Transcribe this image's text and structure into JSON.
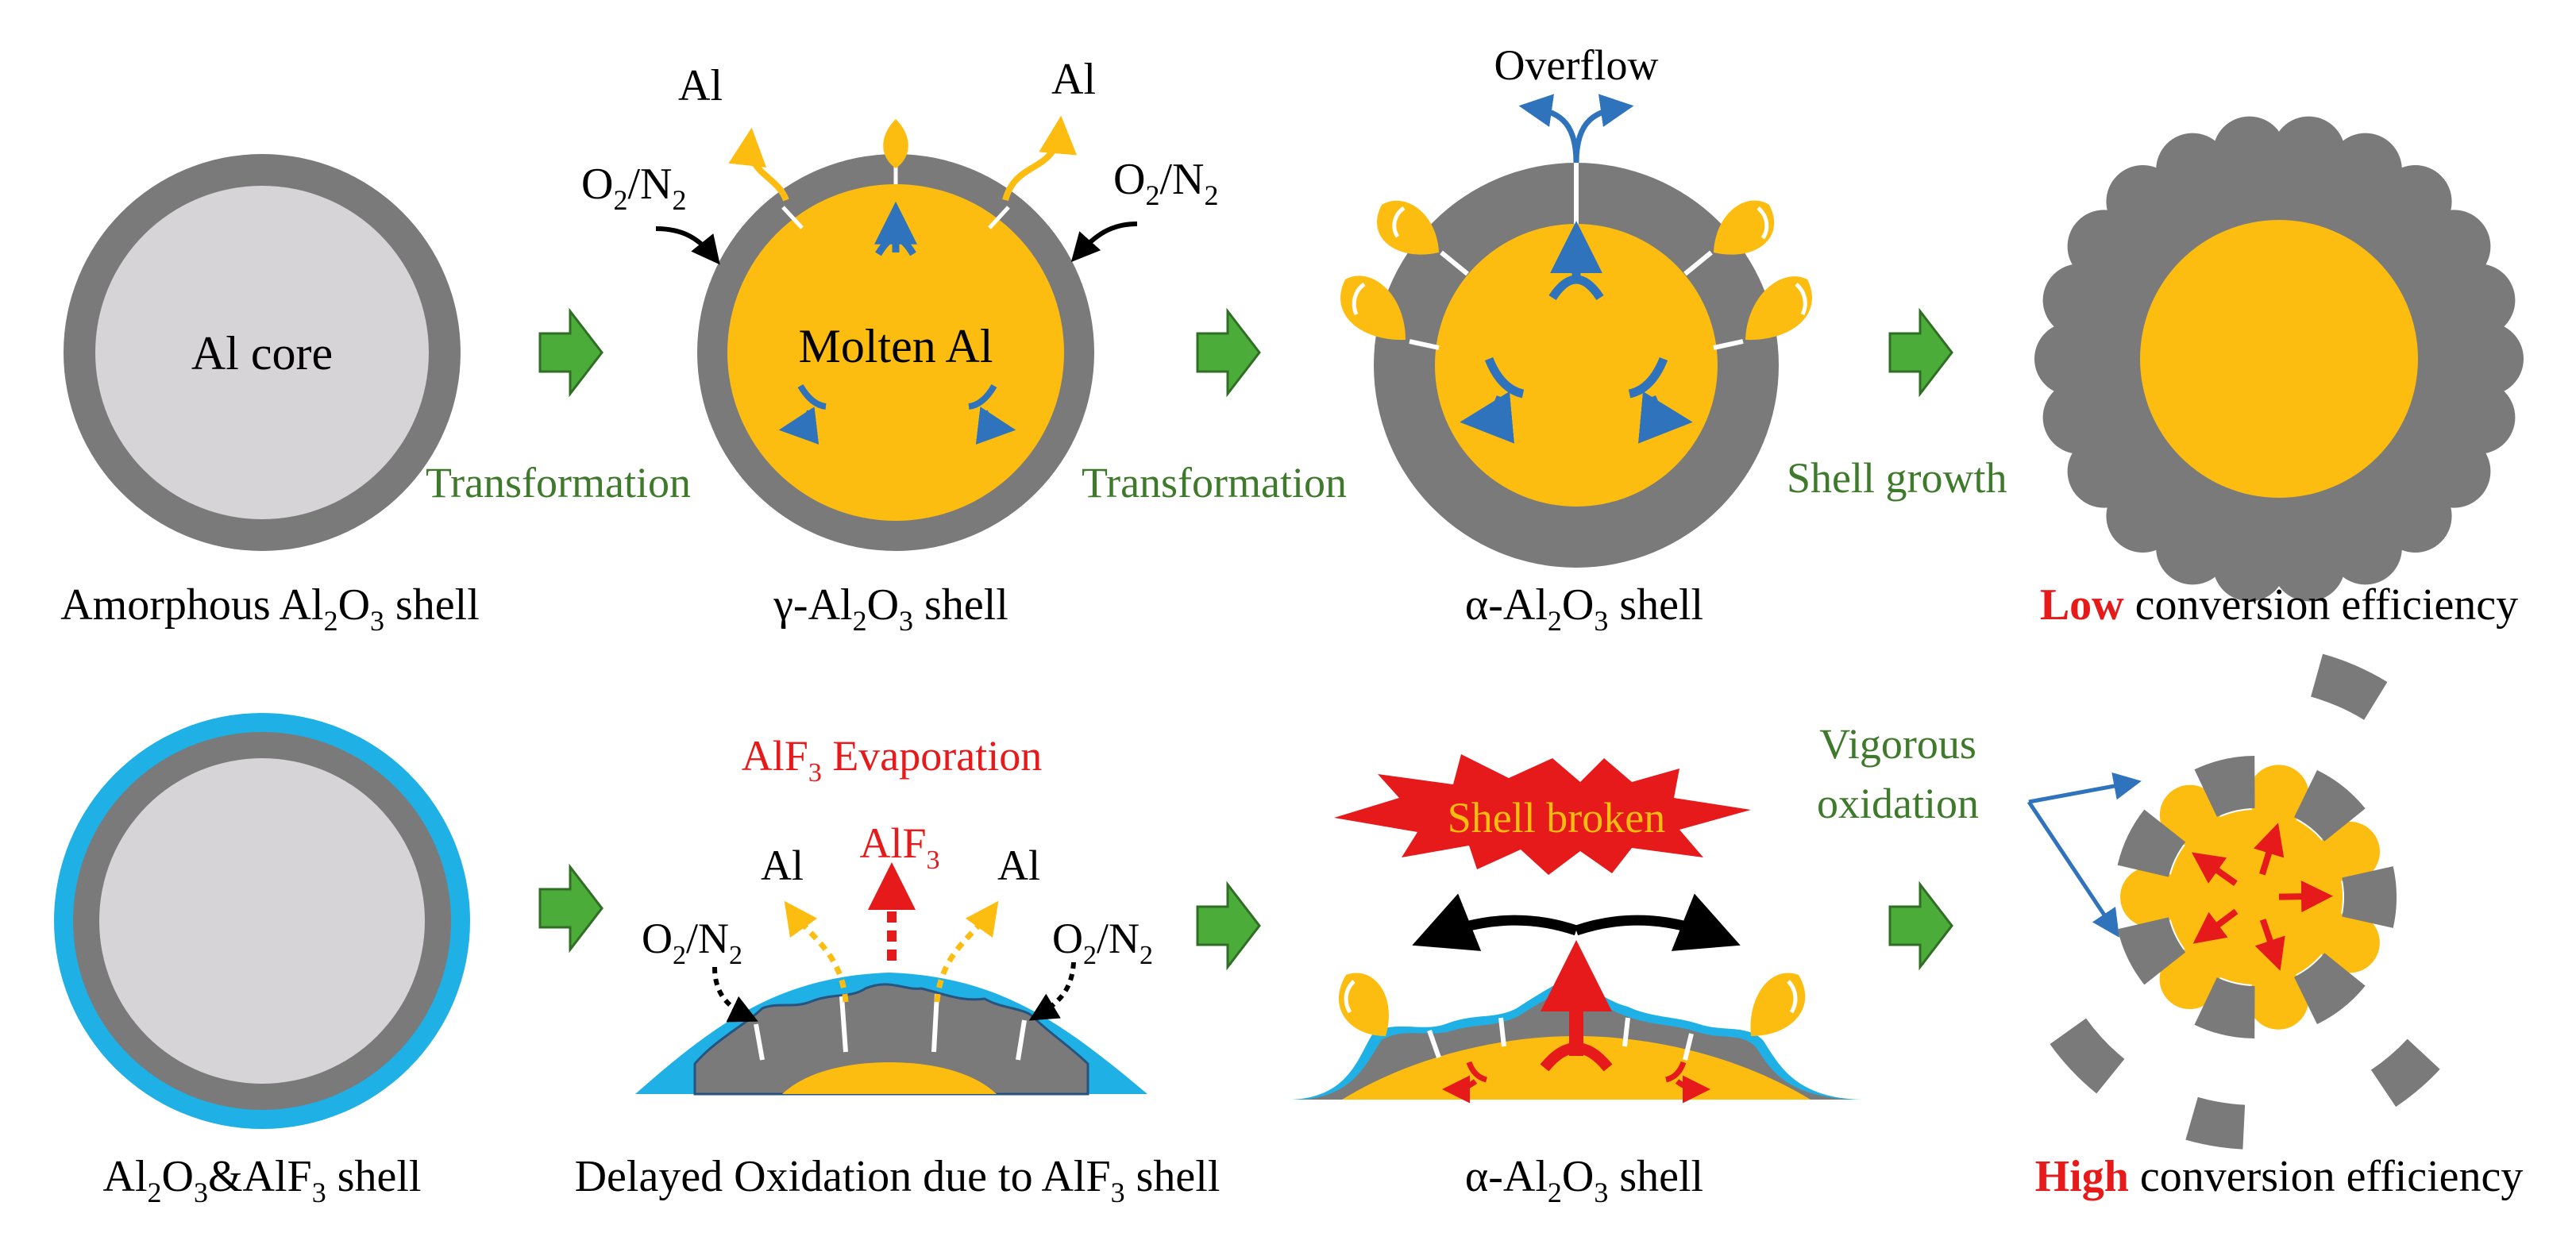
{
  "colors": {
    "gray_shell": "#7a7a7a",
    "core_light": "#d6d4d6",
    "molten": "#fdbd10",
    "fluoride": "#1fb0e6",
    "arrow_green": "#4cac3a",
    "arrow_blue": "#2f73bd",
    "label_green": "#3f7a2c",
    "label_red": "#e6191b"
  },
  "icons": {
    "stage_arrow": "green-right-arrow-icon",
    "flow": "blue-flow-arrow-icon",
    "burst": "explosion-burst-icon",
    "droplet": "molten-droplet-icon"
  },
  "top_row": {
    "core_label": "Al core",
    "molten_label": "Molten Al",
    "al_left": "Al",
    "al_right": "Al",
    "o2_left": {
      "main": "O",
      "s1": "2",
      "mid": "/N",
      "s2": "2"
    },
    "o2_right": {
      "main": "O",
      "s1": "2",
      "mid": "/N",
      "s2": "2"
    },
    "overflow": "Overflow",
    "transition_1": "Transformation",
    "transition_2": "Transformation",
    "transition_3": "Shell growth",
    "caption_1": {
      "a": "Amorphous Al",
      "s1": "2",
      "b": "O",
      "s2": "3",
      "c": " shell"
    },
    "caption_2": {
      "a": "γ-Al",
      "s1": "2",
      "b": "O",
      "s2": "3",
      "c": " shell"
    },
    "caption_3": {
      "a": "α-Al",
      "s1": "2",
      "b": "O",
      "s2": "3",
      "c": " shell"
    },
    "caption_4": {
      "em": "Low",
      "rest": " conversion efficiency"
    }
  },
  "bottom_row": {
    "evaporation": {
      "a": "AlF",
      "s": "3",
      "b": " Evaporation"
    },
    "alf3": {
      "a": "AlF",
      "s": "3"
    },
    "al_left": "Al",
    "al_right": "Al",
    "o2_left": {
      "main": "O",
      "s1": "2",
      "mid": "/N",
      "s2": "2"
    },
    "o2_right": {
      "main": "O",
      "s1": "2",
      "mid": "/N",
      "s2": "2"
    },
    "shell_broken": "Shell broken",
    "vigorous_1": "Vigorous",
    "vigorous_2": "oxidation",
    "caption_1": {
      "a": "Al",
      "s1": "2",
      "b": "O",
      "s2": "3",
      "c": "&AlF",
      "s3": "3",
      "d": " shell"
    },
    "caption_2": {
      "a": "Delayed Oxidation due to AlF",
      "s": "3",
      "b": " shell"
    },
    "caption_3": {
      "a": "α-Al",
      "s1": "2",
      "b": "O",
      "s2": "3",
      "c": " shell"
    },
    "caption_4": {
      "em": "High",
      "rest": " conversion efficiency"
    }
  }
}
